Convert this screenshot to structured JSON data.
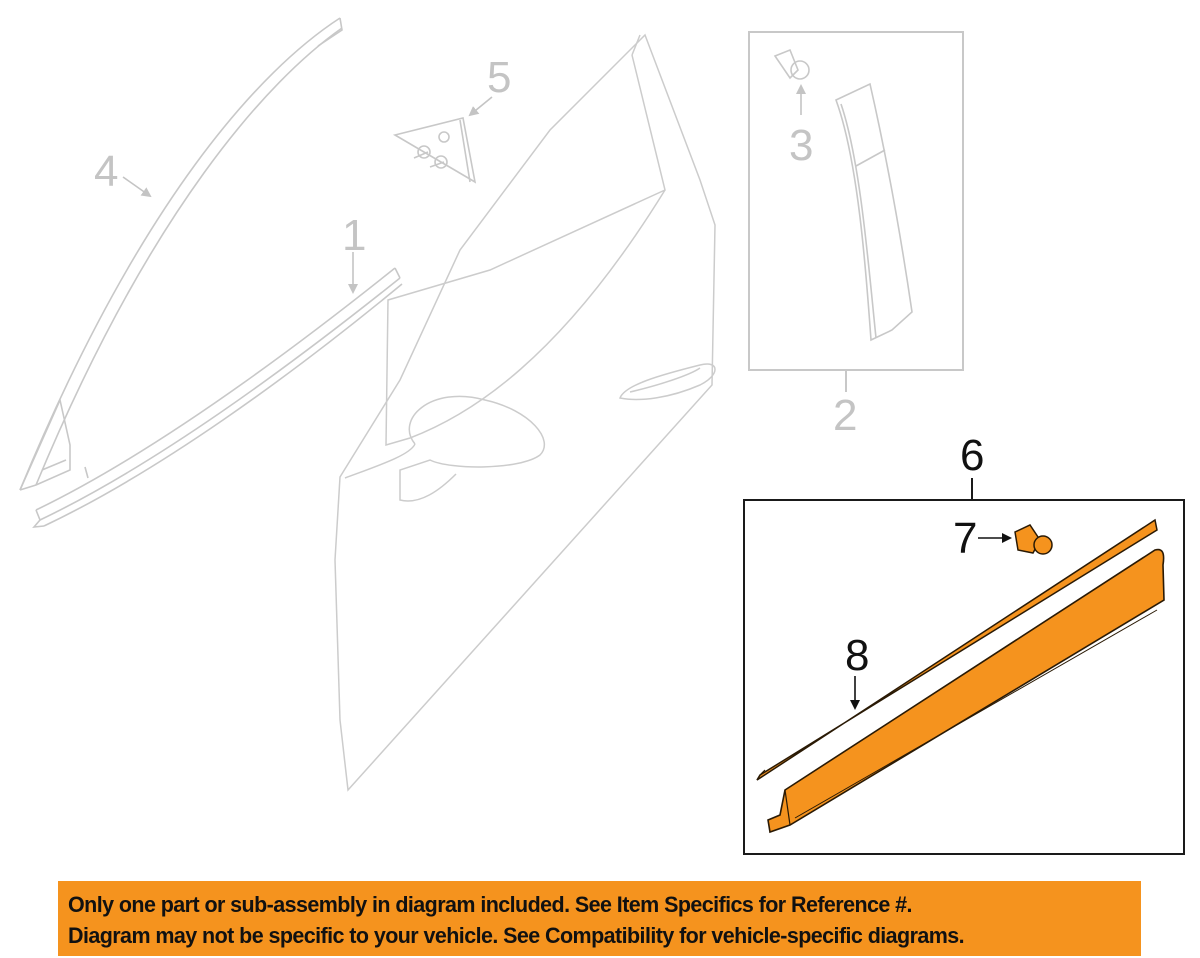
{
  "diagram": {
    "title": "Front door exterior moldings parts diagram",
    "colors": {
      "ghost_line": "#c8c8c8",
      "ghost_label": "#c4c4c4",
      "highlight_fill": "#f5931e",
      "highlight_stroke": "#2a1a05",
      "box_active": "#1a1a1a",
      "box_ghost": "#c8c8c8"
    },
    "callouts": [
      {
        "id": "1",
        "label": "1",
        "part": "Belt molding (window weatherstrip)",
        "highlighted": false
      },
      {
        "id": "2",
        "label": "2",
        "part": "Pillar applique assembly",
        "highlighted": false
      },
      {
        "id": "3",
        "label": "3",
        "part": "Applique clip",
        "highlighted": false
      },
      {
        "id": "4",
        "label": "4",
        "part": "Roof drip / A-pillar molding",
        "highlighted": false
      },
      {
        "id": "5",
        "label": "5",
        "part": "Mirror sail cover",
        "highlighted": false
      },
      {
        "id": "6",
        "label": "6",
        "part": "Door side molding assembly",
        "highlighted": true
      },
      {
        "id": "7",
        "label": "7",
        "part": "Molding clip",
        "highlighted": true
      },
      {
        "id": "8",
        "label": "8",
        "part": "Lower molding strip",
        "highlighted": true
      }
    ]
  },
  "banner": {
    "line1": "Only one part or sub-assembly in diagram included. See Item Specifics for Reference #.",
    "line2": "Diagram may not be specific to your vehicle. See Compatibility for vehicle-specific diagrams.",
    "background": "#f5931e",
    "text_color": "#111111"
  }
}
